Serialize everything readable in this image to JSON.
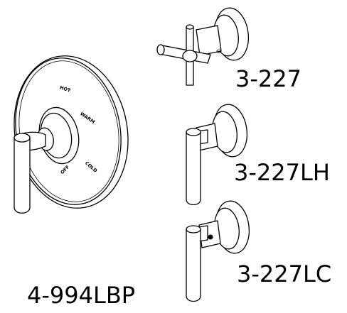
{
  "labels": {
    "cross_handle": "3-227",
    "lever_lh": "3-227LH",
    "lever_lc": "3-227LC",
    "trim_plate": "4-994LBP"
  },
  "dial": {
    "hot": "HOT",
    "warm": "WARM",
    "cold": "COLD",
    "off": "OFF"
  }
}
